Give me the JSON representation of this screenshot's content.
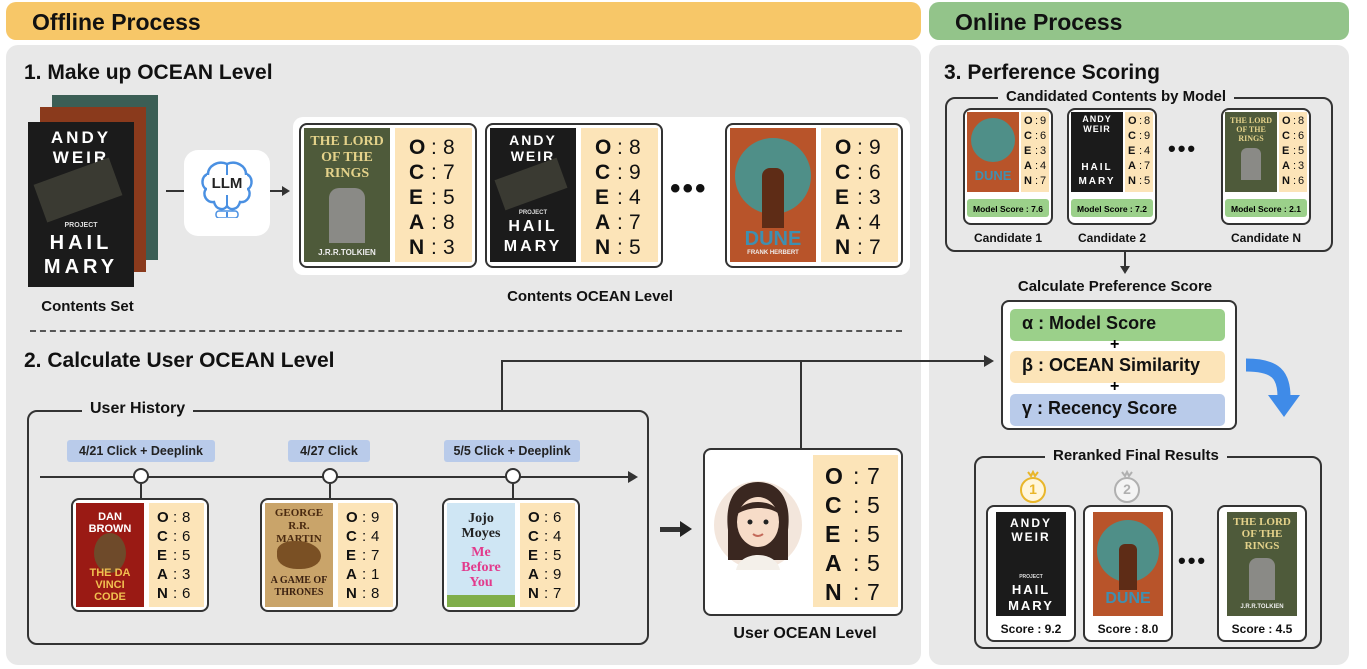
{
  "headers": {
    "offline": "Offline Process",
    "online": "Online Process"
  },
  "sections": {
    "s1": "1. Make up OCEAN Level",
    "s2": "2. Calculate User OCEAN Level",
    "s3": "3. Perference Scoring"
  },
  "labels": {
    "contents_set": "Contents Set",
    "contents_ocean": "Contents OCEAN Level",
    "llm": "LLM",
    "user_history": "User History",
    "user_ocean": "User OCEAN Level",
    "candidated": "Candidated Contents by Model",
    "calc_pref": "Calculate Preference Score",
    "reranked": "Reranked Final Results",
    "plus": "+",
    "dots": "•••"
  },
  "ocean_letters": [
    "O",
    "C",
    "E",
    "A",
    "N"
  ],
  "contents": [
    {
      "values": [
        "8",
        "7",
        "5",
        "8",
        "3"
      ]
    },
    {
      "values": [
        "8",
        "9",
        "4",
        "7",
        "5"
      ]
    },
    {
      "values": [
        "9",
        "6",
        "3",
        "4",
        "7"
      ]
    }
  ],
  "history": [
    {
      "date": "4/21  Click + Deeplink",
      "values": [
        "8",
        "6",
        "5",
        "3",
        "6"
      ]
    },
    {
      "date": "4/27  Click",
      "values": [
        "9",
        "4",
        "7",
        "1",
        "8"
      ]
    },
    {
      "date": "5/5  Click + Deeplink",
      "values": [
        "6",
        "4",
        "5",
        "9",
        "7"
      ]
    }
  ],
  "user_ocean": [
    "7",
    "5",
    "5",
    "5",
    "7"
  ],
  "candidates": [
    {
      "name": "Candidate 1",
      "score": "Model Score : 7.6",
      "values": [
        "9",
        "6",
        "3",
        "4",
        "7"
      ]
    },
    {
      "name": "Candidate 2",
      "score": "Model Score : 7.2",
      "values": [
        "8",
        "9",
        "4",
        "7",
        "5"
      ]
    },
    {
      "name": "Candidate N",
      "score": "Model Score : 2.1",
      "values": [
        "8",
        "6",
        "5",
        "3",
        "6"
      ]
    }
  ],
  "formula": {
    "alpha": "α : Model Score",
    "beta": "β : OCEAN Similarity",
    "gamma": "γ : Recency Score"
  },
  "reranked": [
    {
      "rank": "1",
      "score": "Score : 9.2"
    },
    {
      "rank": "2",
      "score": "Score : 8.0"
    },
    {
      "rank": "",
      "score": "Score : 4.5"
    }
  ],
  "books": {
    "tolkien_title": "THE LORD OF THE RINGS",
    "tolkien_author": "J.R.R.TOLKIEN",
    "weir_top": "ANDY WEIR",
    "weir_project": "PROJECT",
    "weir_title1": "HAIL",
    "weir_title2": "MARY",
    "dune_title": "DUNE",
    "dune_author": "FRANK HERBERT",
    "brown_author": "DAN BROWN",
    "brown_title": "THE DA VINCI CODE",
    "martin_author": "GEORGE R.R. MARTIN",
    "martin_title": "A GAME OF THRONES",
    "moyes_author": "Jojo Moyes",
    "moyes_title": "Me Before You"
  },
  "colors": {
    "offline_header": "#f7c768",
    "online_header": "#93c48a",
    "ocean_bg": "#fce4b8",
    "model_score": "#9bd08a",
    "recency": "#b9cbea",
    "gold": "#e9b62a",
    "silver": "#b0b0b0",
    "arrow_blue": "#3f8be8"
  }
}
